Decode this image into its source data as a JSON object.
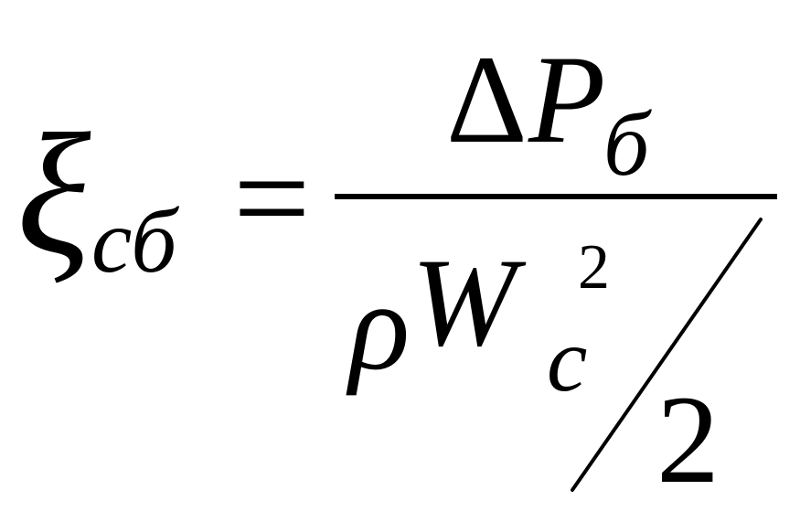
{
  "formula": {
    "lhs": {
      "symbol": "ξ",
      "subscript": "сб"
    },
    "equals": "=",
    "numerator": {
      "delta": "Δ",
      "symbol": "P",
      "subscript": "б"
    },
    "denominator": {
      "rho": "ρ",
      "symbol": "W",
      "subscript": "c",
      "superscript": "2",
      "divisor": "2"
    }
  },
  "colors": {
    "ink": "#000000",
    "background": "#ffffff"
  }
}
